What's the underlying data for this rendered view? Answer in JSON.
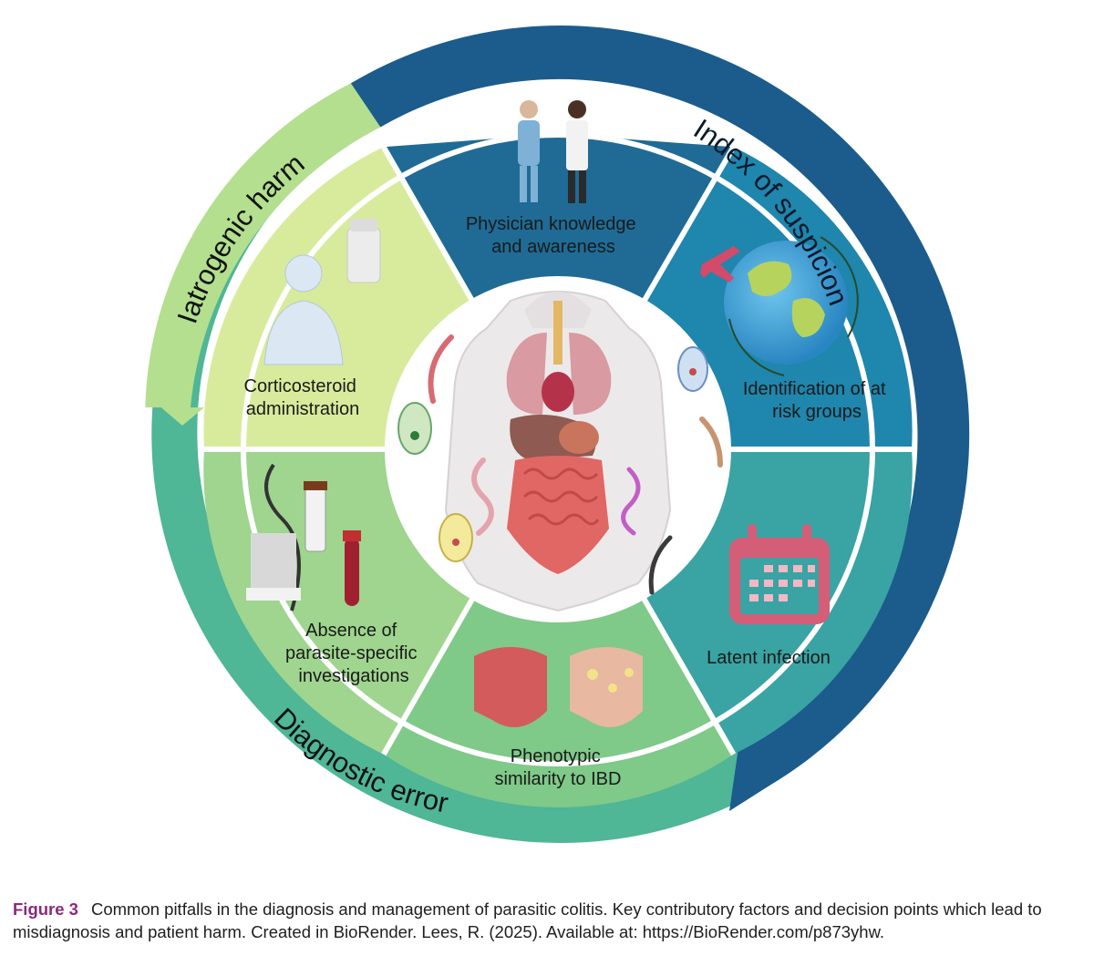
{
  "figure": {
    "ring_labels": {
      "index": "Index of suspicion",
      "iatrogenic": "Iatrogenic harm",
      "diagnostic": "Diagnostic error"
    },
    "segments": [
      {
        "id": "physician",
        "lines": [
          "Physician knowledge",
          "and awareness"
        ]
      },
      {
        "id": "risk",
        "lines": [
          "Identification of at",
          "risk groups"
        ]
      },
      {
        "id": "latent",
        "lines": [
          "Latent infection"
        ]
      },
      {
        "id": "phenotypic",
        "lines": [
          "Phenotypic",
          "similarity to IBD"
        ]
      },
      {
        "id": "absence",
        "lines": [
          "Absence of",
          "parasite-specific",
          "investigations"
        ]
      },
      {
        "id": "cortico",
        "lines": [
          "Corticosteroid",
          "administration"
        ]
      }
    ],
    "colors": {
      "index_ring": "#1b5c8c",
      "iatrogenic_ring": "#b3df8e",
      "diagnostic_ring": "#4fb696",
      "physician": "#1f6b95",
      "risk": "#1f86ad",
      "latent": "#3aa3a3",
      "phenotypic": "#7fc989",
      "absence": "#9fd58f",
      "cortico": "#d8eb9c"
    }
  },
  "caption": {
    "label": "Figure 3",
    "text": "Common pitfalls in the diagnosis and management of parasitic colitis. Key contributory factors and decision points which lead to misdiagnosis and patient harm. Created in BioRender. Lees, R. (2025). Available at: https://BioRender.com/p873yhw."
  }
}
